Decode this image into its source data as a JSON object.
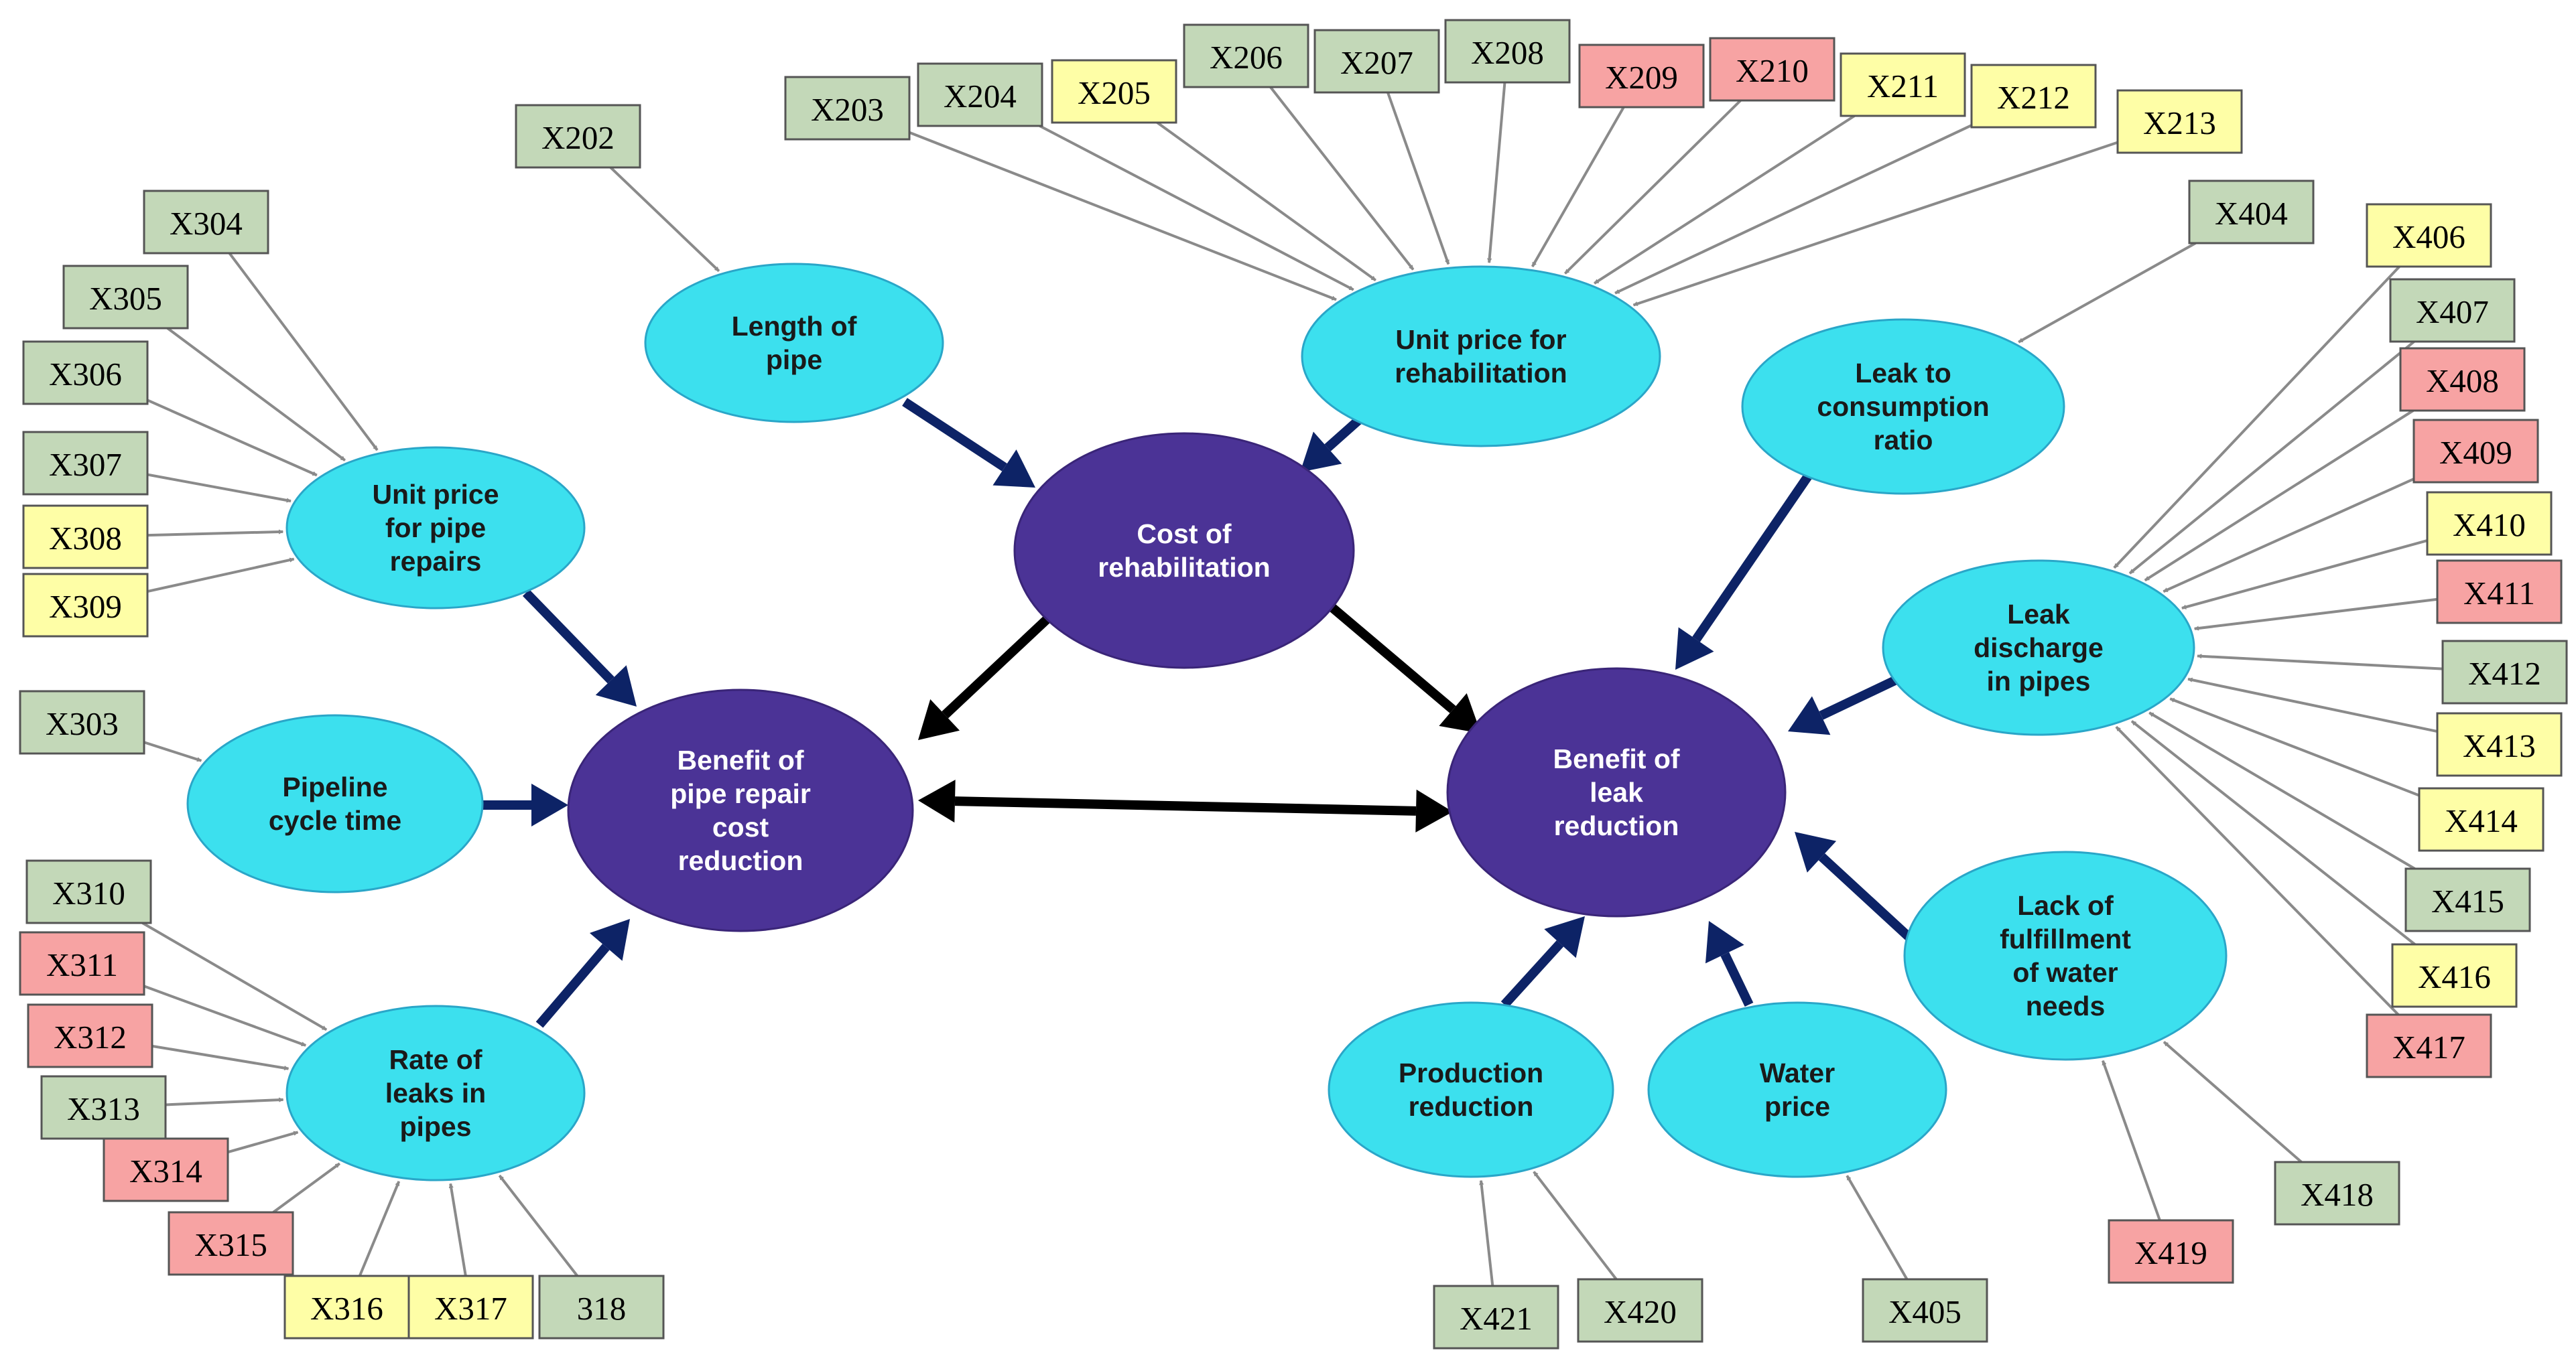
{
  "colors": {
    "main_node": "#4b3396",
    "sub_node": "#3ce0ee",
    "sub_node_stroke": "#2aa6c8",
    "thick_arrow": "#0d2366",
    "black_arrow": "#000000",
    "thin_arrow": "#8a8a8a",
    "box_green": "#c3d8b8",
    "box_yellow": "#fefea6",
    "box_red": "#f7a3a3"
  },
  "main_nodes": [
    {
      "id": "cost",
      "label": [
        "Cost of",
        "rehabilitation"
      ]
    },
    {
      "id": "benefit-repair",
      "label": [
        "Benefit of",
        "pipe repair",
        "cost",
        "reduction"
      ]
    },
    {
      "id": "benefit-leak",
      "label": [
        "Benefit of",
        "leak",
        "reduction"
      ]
    }
  ],
  "sub_nodes": [
    {
      "id": "length",
      "label": [
        "Length of",
        "pipe"
      ]
    },
    {
      "id": "unit-rehab",
      "label": [
        "Unit price for",
        "rehabilitation"
      ]
    },
    {
      "id": "unit-repair",
      "label": [
        "Unit price",
        "for pipe",
        "repairs"
      ]
    },
    {
      "id": "pipeline-cycle",
      "label": [
        "Pipeline",
        "cycle time"
      ]
    },
    {
      "id": "rate-leaks",
      "label": [
        "Rate of",
        "leaks in",
        "pipes"
      ]
    },
    {
      "id": "leak-consumption",
      "label": [
        "Leak to",
        "consumption",
        "ratio"
      ]
    },
    {
      "id": "leak-discharge",
      "label": [
        "Leak",
        "discharge",
        "in pipes"
      ]
    },
    {
      "id": "lack-fulfillment",
      "label": [
        "Lack of",
        "fulfillment",
        "of water",
        "needs"
      ]
    },
    {
      "id": "production-reduction",
      "label": [
        "Production",
        "reduction"
      ]
    },
    {
      "id": "water-price",
      "label": [
        "Water",
        "price"
      ]
    }
  ],
  "variables": [
    {
      "label": "X202",
      "color": "green",
      "target": "length"
    },
    {
      "label": "X203",
      "color": "green",
      "target": "unit-rehab"
    },
    {
      "label": "X204",
      "color": "green",
      "target": "unit-rehab"
    },
    {
      "label": "X205",
      "color": "yellow",
      "target": "unit-rehab"
    },
    {
      "label": "X206",
      "color": "green",
      "target": "unit-rehab"
    },
    {
      "label": "X207",
      "color": "green",
      "target": "unit-rehab"
    },
    {
      "label": "X208",
      "color": "green",
      "target": "unit-rehab"
    },
    {
      "label": "X209",
      "color": "red",
      "target": "unit-rehab"
    },
    {
      "label": "X210",
      "color": "red",
      "target": "unit-rehab"
    },
    {
      "label": "X211",
      "color": "yellow",
      "target": "unit-rehab"
    },
    {
      "label": "X212",
      "color": "yellow",
      "target": "unit-rehab"
    },
    {
      "label": "X213",
      "color": "yellow",
      "target": "unit-rehab"
    },
    {
      "label": "X304",
      "color": "green",
      "target": "unit-repair"
    },
    {
      "label": "X305",
      "color": "green",
      "target": "unit-repair"
    },
    {
      "label": "X306",
      "color": "green",
      "target": "unit-repair"
    },
    {
      "label": "X307",
      "color": "green",
      "target": "unit-repair"
    },
    {
      "label": "X308",
      "color": "yellow",
      "target": "unit-repair"
    },
    {
      "label": "X309",
      "color": "yellow",
      "target": "unit-repair"
    },
    {
      "label": "X303",
      "color": "green",
      "target": "pipeline-cycle"
    },
    {
      "label": "X310",
      "color": "green",
      "target": "rate-leaks"
    },
    {
      "label": "X311",
      "color": "red",
      "target": "rate-leaks"
    },
    {
      "label": "X312",
      "color": "red",
      "target": "rate-leaks"
    },
    {
      "label": "X313",
      "color": "green",
      "target": "rate-leaks"
    },
    {
      "label": "X314",
      "color": "red",
      "target": "rate-leaks"
    },
    {
      "label": "X315",
      "color": "red",
      "target": "rate-leaks"
    },
    {
      "label": "X316",
      "color": "yellow",
      "target": "rate-leaks"
    },
    {
      "label": "X317",
      "color": "yellow",
      "target": "rate-leaks"
    },
    {
      "label": "318",
      "color": "green",
      "target": "rate-leaks"
    },
    {
      "label": "X404",
      "color": "green",
      "target": "leak-consumption"
    },
    {
      "label": "X406",
      "color": "yellow",
      "target": "leak-discharge"
    },
    {
      "label": "X407",
      "color": "green",
      "target": "leak-discharge"
    },
    {
      "label": "X408",
      "color": "red",
      "target": "leak-discharge"
    },
    {
      "label": "X409",
      "color": "red",
      "target": "leak-discharge"
    },
    {
      "label": "X410",
      "color": "yellow",
      "target": "leak-discharge"
    },
    {
      "label": "X411",
      "color": "red",
      "target": "leak-discharge"
    },
    {
      "label": "X412",
      "color": "green",
      "target": "leak-discharge"
    },
    {
      "label": "X413",
      "color": "yellow",
      "target": "leak-discharge"
    },
    {
      "label": "X414",
      "color": "yellow",
      "target": "leak-discharge"
    },
    {
      "label": "X415",
      "color": "green",
      "target": "leak-discharge"
    },
    {
      "label": "X416",
      "color": "yellow",
      "target": "leak-discharge"
    },
    {
      "label": "X417",
      "color": "red",
      "target": "leak-discharge"
    },
    {
      "label": "X418",
      "color": "green",
      "target": "lack-fulfillment"
    },
    {
      "label": "X419",
      "color": "red",
      "target": "lack-fulfillment"
    },
    {
      "label": "X421",
      "color": "green",
      "target": "production-reduction"
    },
    {
      "label": "X420",
      "color": "green",
      "target": "production-reduction"
    },
    {
      "label": "X405",
      "color": "green",
      "target": "water-price"
    }
  ]
}
